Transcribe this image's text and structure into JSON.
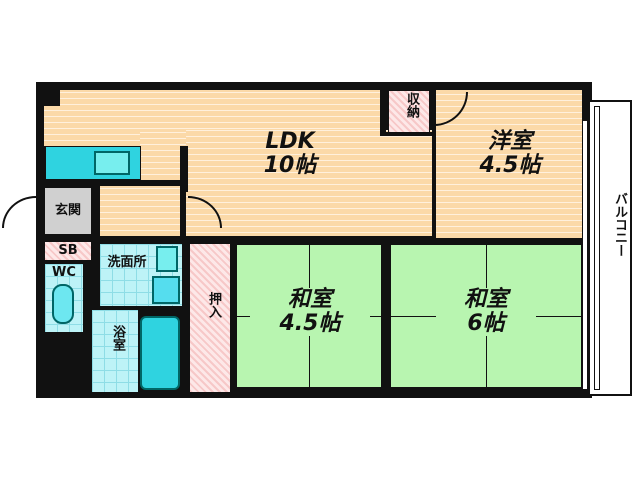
{
  "rooms": {
    "ldk": {
      "name": "LDK",
      "size": "10帖"
    },
    "youshitsu": {
      "name": "洋室",
      "size": "4.5帖"
    },
    "washitsu1": {
      "name": "和室",
      "size": "4.5帖"
    },
    "washitsu2": {
      "name": "和室",
      "size": "6帖"
    },
    "shuno": "収納",
    "genkan": "玄関",
    "sb": "SB",
    "wc": "WC",
    "senmen": "洗面所",
    "yokushitsu": "浴室",
    "oshiire": "押入",
    "balcony": "バルコニー"
  },
  "colors": {
    "wall": "#111111",
    "wood": "#fbd9a8",
    "tatami": "#b8f5b0",
    "wet": "#bdf3f7",
    "storage": "#f7c8c8",
    "entry": "#d0d0d0"
  }
}
